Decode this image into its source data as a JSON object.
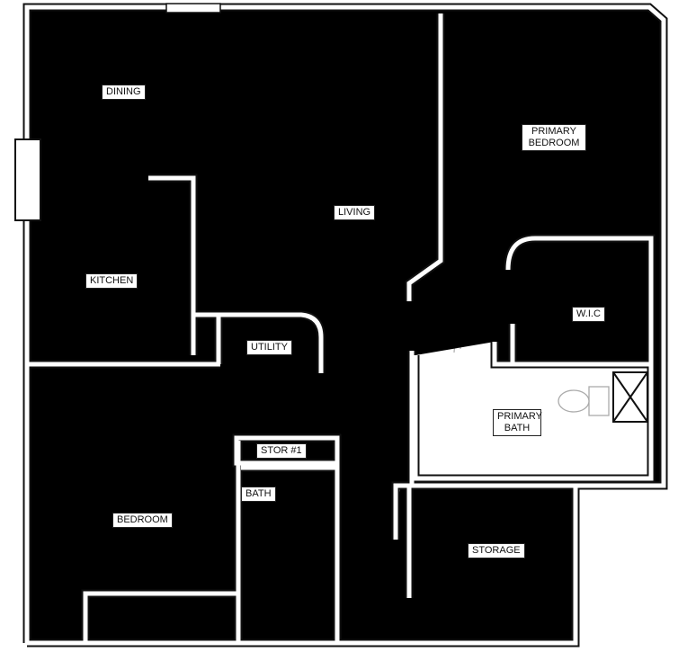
{
  "rooms": {
    "dining": "DINING",
    "living": "LIVING",
    "primary_bedroom": "PRIMARY BEDROOM",
    "kitchen": "KITCHEN",
    "wic": "W.I.C",
    "utility": "UTILITY",
    "primary_bath": "PRIMARY BATH",
    "stor1": "STOR #1",
    "bath": "BATH",
    "bedroom": "BEDROOM",
    "storage": "STORAGE"
  }
}
